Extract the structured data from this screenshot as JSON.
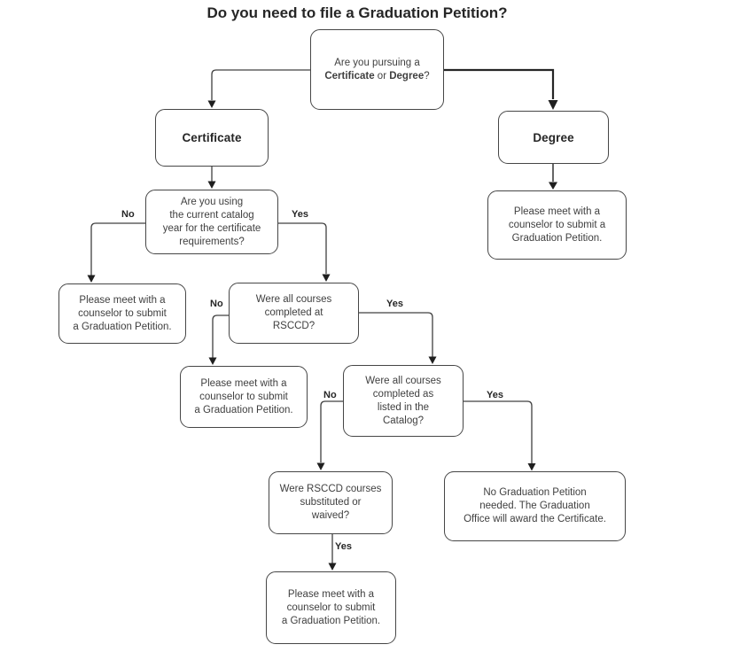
{
  "title": "Do you need to file a Graduation Petition?",
  "colors": {
    "background": "#ffffff",
    "box_border": "#464646",
    "box_text": "#3f3f3f",
    "connector_line": "#404040",
    "arrowhead": "#1f1f1f",
    "title_text": "#262626"
  },
  "nodes": {
    "root": {
      "line1": "Are you pursuing a\n",
      "bold1": "Certificate",
      "mid": " or ",
      "bold2": "Degree",
      "suffix": "?"
    },
    "certificate": {
      "label": "Certificate"
    },
    "degree": {
      "label": "Degree"
    },
    "catalog_year": {
      "text": "Are you using\nthe current catalog\nyear for the certificate\nrequirements?"
    },
    "degree_outcome": {
      "text": "Please meet with a\ncounselor to submit a\nGraduation Petition."
    },
    "petition_left": {
      "text": "Please meet with a\ncounselor to submit\na Graduation Petition."
    },
    "rsccd": {
      "text": "Were all courses\ncompleted at\nRSCCD?"
    },
    "petition_mid": {
      "text": "Please meet with a\ncounselor to submit\na Graduation Petition."
    },
    "catalog_listed": {
      "text": "Were all courses\ncompleted as\nlisted in the\nCatalog?"
    },
    "substituted": {
      "text": "Were RSCCD courses\nsubstituted or\nwaived?"
    },
    "no_petition": {
      "text": "No Graduation Petition\nneeded. The Graduation\nOffice will award the Certificate."
    },
    "petition_bottom": {
      "text": "Please meet with a\ncounselor to submit\na Graduation Petition."
    }
  },
  "edges": [
    {
      "from": "root",
      "to": "certificate",
      "label": ""
    },
    {
      "from": "root",
      "to": "degree",
      "label": ""
    },
    {
      "from": "certificate",
      "to": "catalog_year",
      "label": ""
    },
    {
      "from": "degree",
      "to": "degree_outcome",
      "label": ""
    },
    {
      "from": "catalog_year",
      "to": "petition_left",
      "label": "No"
    },
    {
      "from": "catalog_year",
      "to": "rsccd",
      "label": "Yes"
    },
    {
      "from": "rsccd",
      "to": "petition_mid",
      "label": "No"
    },
    {
      "from": "rsccd",
      "to": "catalog_listed",
      "label": "Yes"
    },
    {
      "from": "catalog_listed",
      "to": "substituted",
      "label": "No"
    },
    {
      "from": "catalog_listed",
      "to": "no_petition",
      "label": "Yes"
    },
    {
      "from": "substituted",
      "to": "petition_bottom",
      "label": "Yes"
    }
  ]
}
